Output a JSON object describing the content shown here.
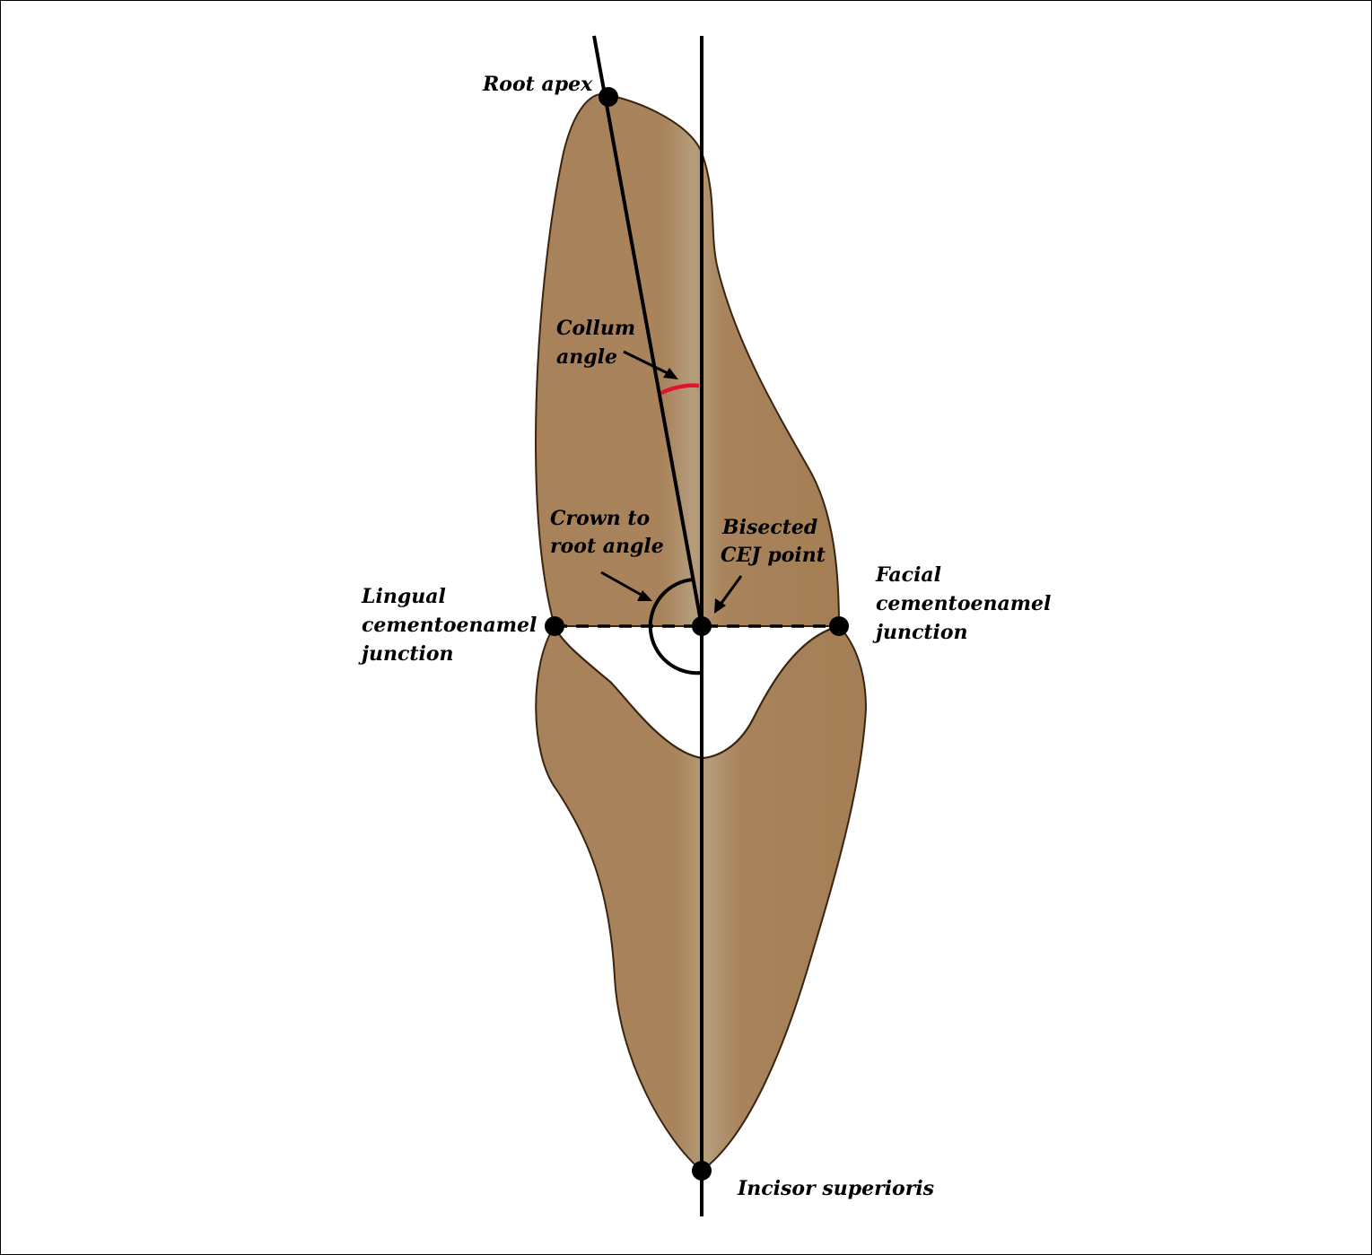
{
  "labels": {
    "root_apex": "Root apex",
    "collum_angle": [
      "Collum",
      "angle"
    ],
    "crown_to_root_angle": [
      "Crown to",
      "root angle"
    ],
    "bisected_cej_point": [
      "Bisected",
      "CEJ point"
    ],
    "lingual_cej": [
      "Lingual",
      "cementoenamel",
      "junction"
    ],
    "facial_cej": [
      "Facial",
      "cementoenamel",
      "junction"
    ],
    "incisor_superioris": "Incisor superioris"
  },
  "colors": {
    "tooth_fill": "#a8825a",
    "tooth_highlight": "#b59d7c",
    "outline": "#3a2410",
    "line": "#000000",
    "collum_arc": "#e0152b"
  }
}
